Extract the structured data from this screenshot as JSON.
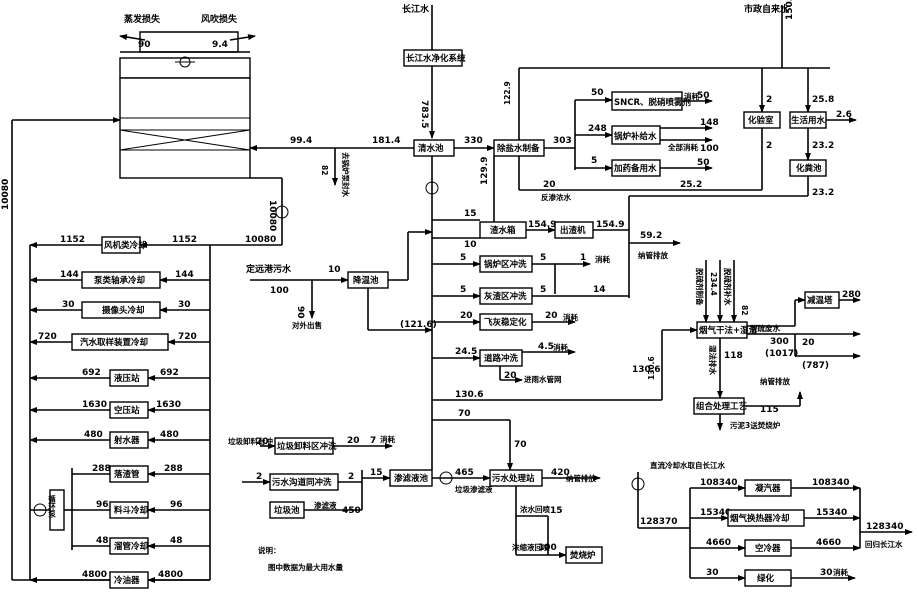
{
  "labels": {
    "evaporation_loss": "蒸发损失",
    "wind_loss": "风吹损失",
    "evap_val": "90",
    "wind_val": "9.4",
    "yangtze_water": "长江水",
    "municipal_water": "市政自来水",
    "municipal_val": "150.7",
    "yangtze_purify": "长江水净化系统",
    "v_783_5": "783.5",
    "clear_pool": "清水池",
    "v_99_4": "99.4",
    "v_181_4": "181.4",
    "v_330": "330",
    "v_82_a": "82",
    "boiler_pump_seal": "去锅炉泵封水",
    "desalt": "除盐水制备",
    "v_122_9": "122.9",
    "v_303": "303",
    "v_50_a": "50",
    "scr": "SNCR、脱硝喷雾剂",
    "v_50_b": "50",
    "consume": "消耗",
    "v_248": "248",
    "boiler_feed": "锅炉补给水",
    "v_148": "148",
    "v_100_a": "100",
    "loss_steam": "全部消耗",
    "v_5_a": "5",
    "heat_sup": "加药备用水",
    "v_50_c": "50",
    "lab": "化验室",
    "domestic": "生活用水",
    "v_2_a": "2",
    "v_25_8": "25.8",
    "v_2_6": "2.6",
    "v_2_b": "2",
    "v_23_2_a": "23.2",
    "septic": "化粪池",
    "v_20_a": "20",
    "conc_water": "反渗浓水",
    "v_25_2": "25.2",
    "v_23_2_b": "23.2",
    "v_129_9": "129.9",
    "v_10080_left": "10080",
    "v_10080_mid": "10080",
    "v_10080_bot": "10080",
    "v_15_a": "15",
    "v_10": "10",
    "slag": "渣水箱",
    "v_154_9_a": "154.9",
    "slag_machine": "出渣机",
    "v_154_9_b": "154.9",
    "v_59_2": "59.2",
    "sewer_a": "纳管排放",
    "v_5_b": "5",
    "boiler_wash": "锅炉区冲洗",
    "v_5_c": "5",
    "v_1": "1",
    "consume_b": "消耗",
    "v_5_d": "5",
    "ash_wash": "灰渣区冲洗",
    "v_5_e": "5",
    "v_14": "14",
    "v_20_b": "20",
    "fly_ash": "飞灰稳定化",
    "v_20_c": "20",
    "consume_c": "消耗",
    "v_24_5": "24.5",
    "road_wash": "道路冲洗",
    "v_4_5": "4.5",
    "consume_d": "消耗",
    "v_20_d": "20",
    "rain_pipe": "进雨水管网",
    "v_130_6_a": "130.6",
    "v_130_6_b": "130.6",
    "v_70_a": "70",
    "v_70_b": "70",
    "reclaim": "定远港污水",
    "v_10_b": "10",
    "v_100_b": "100",
    "v_90_b": "90",
    "sell_out": "对外出售",
    "sed_pool": "降温池",
    "v_121_6": "(121.6)",
    "fan_cool": "风机类冷却",
    "v_1152_a": "1152",
    "v_1152_b": "1152",
    "pump_cool": "泵类轴承冷却",
    "v_144_a": "144",
    "v_144_b": "144",
    "cam_cool": "摄像头冷却",
    "v_30_a": "30",
    "v_30_b": "30",
    "turbine_cool": "汽水取样装置冷却",
    "v_720_a": "720",
    "v_720_b": "720",
    "comp_air": "液压站",
    "v_692_a": "692",
    "v_692_b": "692",
    "air_station": "空压站",
    "v_1630_a": "1630",
    "v_1630_b": "1630",
    "water_cool": "射水器",
    "v_480_a": "480",
    "v_480_b": "480",
    "slag_pipe": "落渣管",
    "v_288_a": "288",
    "v_288_b": "288",
    "material_cool": "料斗冷却",
    "v_96_a": "96",
    "v_96_b": "96",
    "chute_cool": "溜管冷却",
    "v_48_a": "48",
    "v_48_b": "48",
    "cooler": "冷油器",
    "v_4800_a": "4800",
    "v_4800_b": "4800",
    "circ_pump": "循环泵",
    "fgt": "烟气干法+湿法",
    "fgt_in_a": "脱硫剂制备",
    "fgt_in_b": "234.4",
    "fgt_in_c": "脱硫剂补水",
    "v_82_b": "82",
    "v_300": "300",
    "v_1017": "(1017)",
    "desulf": "减温塔",
    "v_280": "280",
    "v_20_e": "20",
    "v_787": "(787)",
    "desulf_water": "脱硫废水",
    "v_118": "118",
    "wet_water": "湿法排水",
    "sewer_b": "纳管排放",
    "v_130_6_c": "130.6",
    "combo": "组合处理工艺",
    "v_115": "115",
    "sludge": "污泥3送焚烧炉",
    "unload_water": "垃圾卸料台冲",
    "v_20_f": "20",
    "unload_wash": "垃圾卸料区冲洗",
    "v_20_g": "20",
    "v_7": "7",
    "consume_e": "消耗",
    "v_2_c": "2",
    "sewage_wash": "污水沟道同冲洗",
    "v_2_d": "2",
    "v_15_b": "15",
    "leach_tank": "渗滤液池",
    "v_465": "465",
    "leach": "垃圾渗滤液",
    "garbage_tank": "垃圾池",
    "leach_b": "渗滤液",
    "v_450": "450",
    "sewage_station": "污水处理站",
    "v_420": "420",
    "sewer_c": "纳管排放",
    "v_15_c": "15",
    "conc_b": "浓水回喷",
    "v_100_c": "100",
    "reuse_b": "浓缩液回喷",
    "incinerator": "焚烧炉",
    "note_title": "说明：",
    "note_body": "图中数据为最大用水量",
    "direct_cool": "直流冷却水取自长江水",
    "v_108340_a": "108340",
    "v_108340_b": "108340",
    "condenser": "凝汽器",
    "v_15340_a": "15340",
    "v_15340_b": "15340",
    "bearing_cool": "烟气换热器冷却",
    "v_128370": "128370",
    "v_4660_a": "4660",
    "v_4660_b": "4660",
    "air_cooler": "空冷器",
    "v_128340": "128340",
    "return_river": "回归长江水",
    "v_30_c": "30",
    "v_30_d": "30",
    "consume_f": "消耗",
    "greening": "绿化"
  }
}
